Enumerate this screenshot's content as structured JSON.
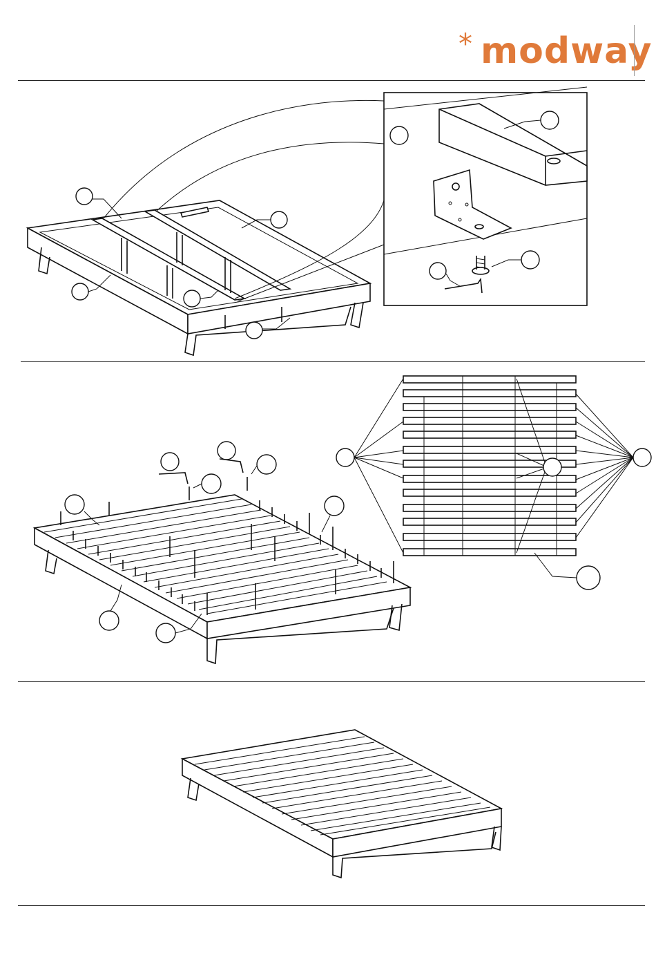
{
  "brand": {
    "star": "*",
    "name": "modway",
    "color": "#e07a3a"
  },
  "colors": {
    "line": "#111111",
    "background": "#ffffff"
  },
  "steps": [
    {
      "id": "frame-assembly",
      "detail_view": "bracket-bolt-closeup"
    },
    {
      "id": "slat-installation",
      "detail_view": "slat-layout"
    },
    {
      "id": "finished-bed"
    }
  ]
}
